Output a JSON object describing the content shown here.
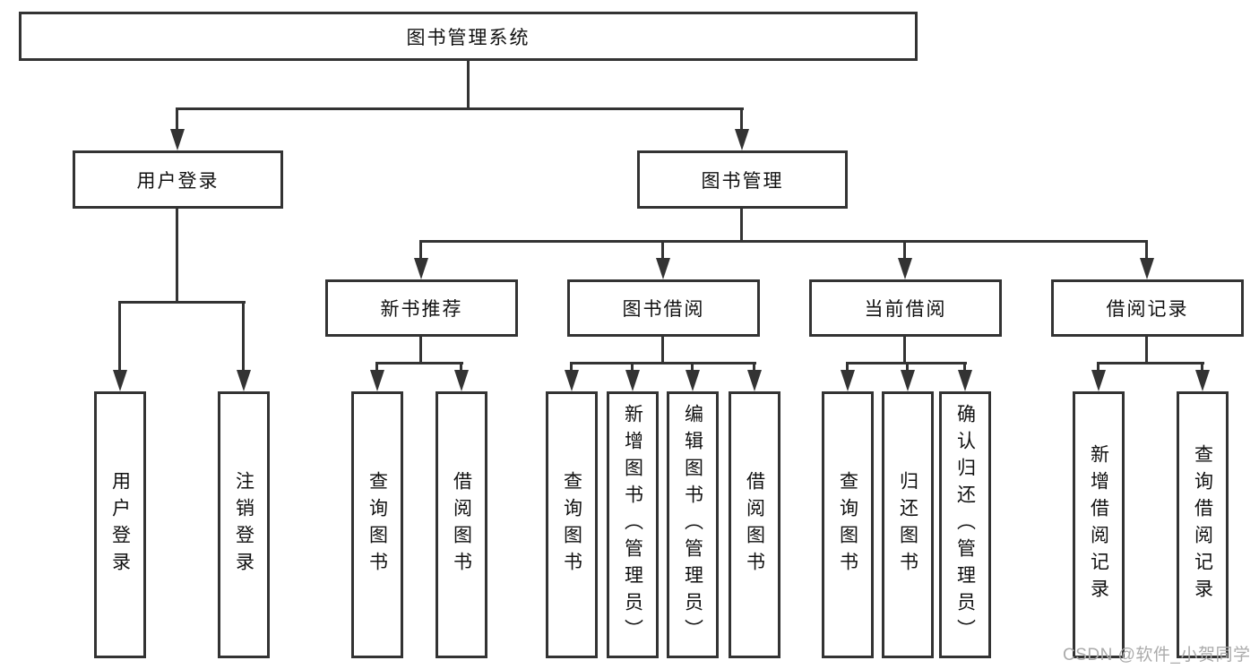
{
  "diagram_title": "图书管理系统",
  "nodes": {
    "root": "图书管理系统",
    "level2": {
      "user_login": "用户登录",
      "book_management": "图书管理"
    },
    "level3": {
      "new_book_recommend": "新书推荐",
      "book_borrow": "图书借阅",
      "current_borrow": "当前借阅",
      "borrow_records": "借阅记录"
    },
    "leaves": {
      "user_login": "用户登录",
      "logout": "注销登录",
      "recommend_query_books": "查询图书",
      "recommend_borrow_books": "借阅图书",
      "borrow_query_books": "查询图书",
      "borrow_add_book_admin": "新增图书（管理员）",
      "borrow_edit_book_admin": "编辑图书（管理员）",
      "borrow_borrow_books": "借阅图书",
      "current_query_books": "查询图书",
      "current_return_book": "归还图书",
      "current_confirm_return_admin": "确认归还（管理员）",
      "records_add_record": "新增借阅记录",
      "records_query_record": "查询借阅记录"
    }
  },
  "hierarchy": {
    "图书管理系统": [
      "用户登录",
      "图书管理"
    ],
    "用户登录": [
      "用户登录",
      "注销登录"
    ],
    "图书管理": [
      "新书推荐",
      "图书借阅",
      "当前借阅",
      "借阅记录"
    ],
    "新书推荐": [
      "查询图书",
      "借阅图书"
    ],
    "图书借阅": [
      "查询图书",
      "新增图书（管理员）",
      "编辑图书（管理员）",
      "借阅图书"
    ],
    "当前借阅": [
      "查询图书",
      "归还图书",
      "确认归还（管理员）"
    ],
    "借阅记录": [
      "新增借阅记录",
      "查询借阅记录"
    ]
  },
  "watermark": "CSDN @软件_小贺同学",
  "colors": {
    "line": "#333333",
    "text": "#111111",
    "watermark": "#ababab",
    "background": "#ffffff"
  }
}
